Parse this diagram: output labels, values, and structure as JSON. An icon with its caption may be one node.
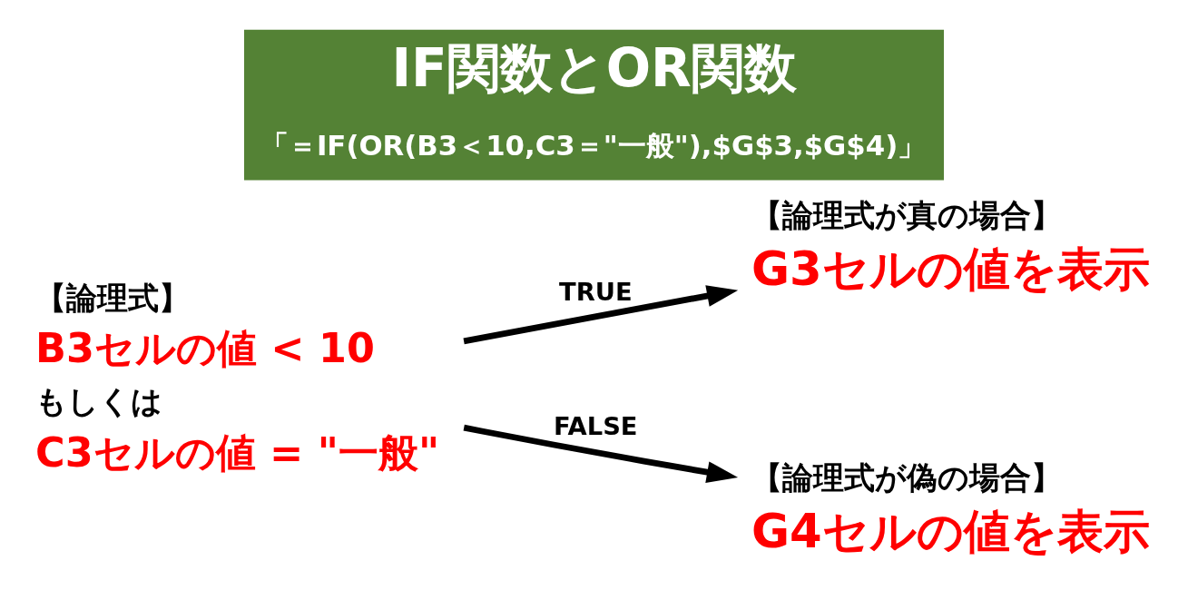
{
  "diagram": {
    "title": "IF関数とOR関数",
    "caption": "「＝IF(OR(B3＜10,C3＝\"一般\"),$G$3,$G$4)」",
    "nodes": [
      {
        "text": [
          "【論理式】",
          "B3セルの値 < 10",
          "もしくは",
          "C3セルの値 = \"一般\""
        ]
      },
      {
        "text": [
          "【論理式が真の場合】",
          "G3セルの値を表示"
        ]
      },
      {
        "text": [
          "【論理式が偽の場合】",
          "G4セルの値を表示"
        ]
      }
    ],
    "edges": [
      {
        "from": 0,
        "to": 1,
        "arrow": "to",
        "label": "TRUE"
      },
      {
        "from": 0,
        "to": 2,
        "arrow": "to",
        "label": "FALSE"
      }
    ]
  }
}
